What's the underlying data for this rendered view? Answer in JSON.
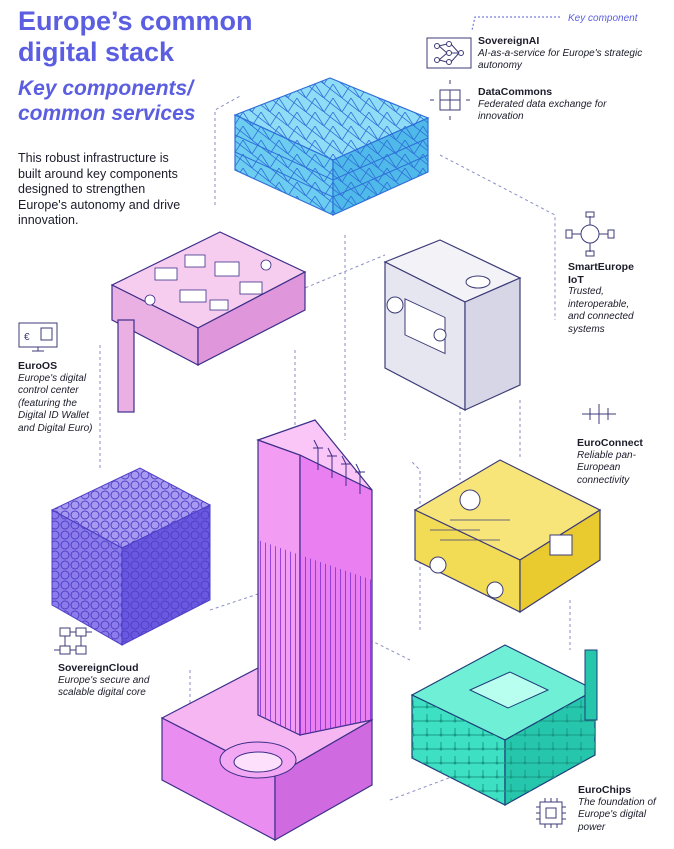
{
  "header": {
    "title": "Europe’s common digital stack",
    "subtitle": "Key components/ common services",
    "intro": "This robust infrastructure is built around key components designed to strengthen Europe's autonomy and drive innovation."
  },
  "legend": {
    "label": "Key component"
  },
  "components": [
    {
      "id": "sovereignai",
      "name": "SovereignAI",
      "desc": "AI-as-a-service for Europe's strategic autonomy",
      "icon": "neural-network-icon"
    },
    {
      "id": "datacommons",
      "name": "DataCommons",
      "desc": "Federated data exchange for innovation",
      "icon": "data-exchange-icon"
    },
    {
      "id": "smarteurope",
      "name": "SmartEurope IoT",
      "desc": "Trusted, interoperable, and connected systems",
      "icon": "iot-devices-icon"
    },
    {
      "id": "euroconnect",
      "name": "EuroConnect",
      "desc": "Reliable pan-European connectivity",
      "icon": "network-icon"
    },
    {
      "id": "euroos",
      "name": "EuroOS",
      "desc": "Europe's digital control center (featuring the Digital ID Wallet and Digital Euro)",
      "icon": "monitor-euro-icon"
    },
    {
      "id": "sovereigncloud",
      "name": "SovereignCloud",
      "desc": "Europe's secure and scalable digital core",
      "icon": "cloud-network-icon"
    },
    {
      "id": "eurochips",
      "name": "EuroChips",
      "desc": "The foundation of Europe's digital power",
      "icon": "chip-icon"
    }
  ],
  "colors": {
    "accent": "#5b5ee0",
    "ai_block": "#5fc9ee",
    "os_block": "#f0b8e8",
    "iot_block": "#e4e4ee",
    "connect_block": "#f3dc55",
    "cloud_block": "#7b68e6",
    "chips_block": "#3de0c2",
    "tower": "#e98af0"
  }
}
